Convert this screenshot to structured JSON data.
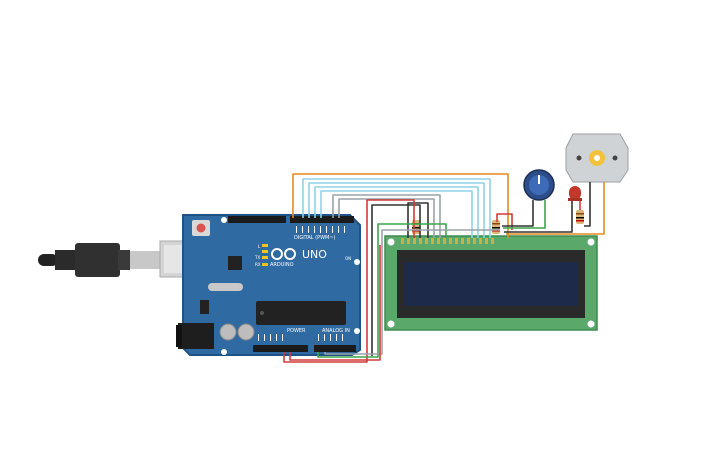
{
  "board": {
    "brand": "ARDUINO",
    "model": "UNO",
    "digital_label": "DIGITAL (PWM~)",
    "power_label": "POWER",
    "analog_label": "ANALOG IN",
    "l_led_label": "L",
    "tx_label": "TX",
    "rx_label": "RX",
    "on_label": "ON"
  },
  "components": {
    "lcd": "16x2 LCD display",
    "potentiometer": "potentiometer",
    "led": "red LED",
    "motor": "DC motor",
    "usb_cable": "USB cable"
  },
  "colors": {
    "board": "#2f6aa3",
    "board_edge": "#1f5286",
    "lcd_pcb": "#5aa86a",
    "lcd_screen": "#1d2a4a",
    "wire_orange": "#e68a1c",
    "wire_cyan": "#8fd3e6",
    "wire_gray": "#9aa3a8",
    "wire_black": "#333333",
    "wire_red": "#d33a3a",
    "wire_green": "#3aa64a"
  }
}
